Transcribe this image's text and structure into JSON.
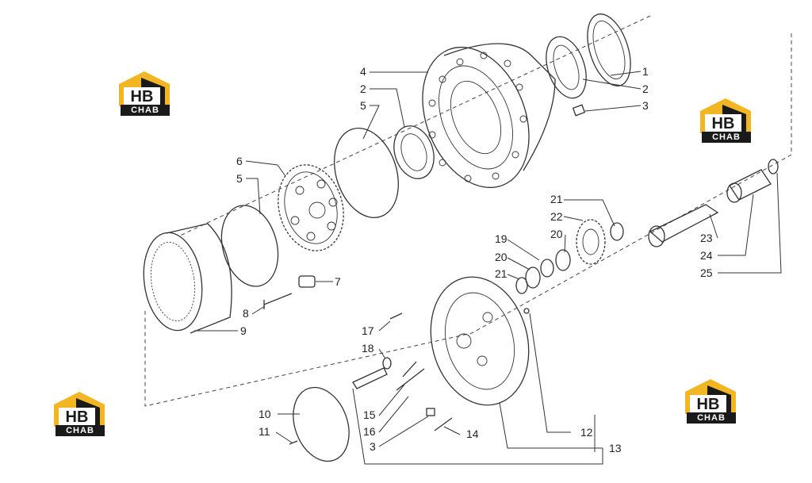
{
  "brand": {
    "monogram": "HB",
    "tag": "CHAB",
    "color_gold": "#f2b622",
    "color_dark": "#1a1a1a"
  },
  "callouts": {
    "c1": "1",
    "c2a": "2",
    "c3a": "3",
    "c4": "4",
    "c2b": "2",
    "c5a": "5",
    "c6": "6",
    "c5b": "5",
    "c7": "7",
    "c8": "8",
    "c9": "9",
    "c3b": "3",
    "c10": "10",
    "c11": "11",
    "c12": "12",
    "c13": "13",
    "c14": "14",
    "c15": "15",
    "c16": "16",
    "c17": "17",
    "c18": "18",
    "c19": "19",
    "c20a": "20",
    "c20b": "20",
    "c21a": "21",
    "c21b": "21",
    "c22": "22",
    "c23": "23",
    "c24": "24",
    "c25": "25"
  }
}
